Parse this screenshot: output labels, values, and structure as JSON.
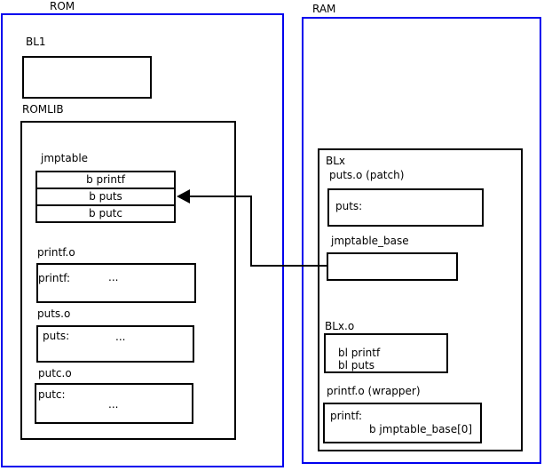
{
  "colors": {
    "region_frame_blue": "#0000ee",
    "box_border_black": "#000000",
    "background": "#ffffff"
  },
  "rom": {
    "label": "ROM",
    "bl1": {
      "label": "BL1"
    },
    "romlib": {
      "label": "ROMLIB",
      "jmptable": {
        "label": "jmptable",
        "rows": [
          "b printf",
          "b puts",
          "b putc"
        ]
      },
      "printf_o": {
        "label": "printf.o",
        "symbol": "printf:",
        "ellipsis": "..."
      },
      "puts_o": {
        "label": "puts.o",
        "symbol": "puts:",
        "ellipsis": "..."
      },
      "putc_o": {
        "label": "putc.o",
        "symbol": "putc:",
        "ellipsis": "..."
      }
    }
  },
  "ram": {
    "label": "RAM",
    "blx": {
      "label": "BLx",
      "puts_patch": {
        "label": "puts.o (patch)",
        "symbol": "puts:"
      },
      "jmptable_base": {
        "label": "jmptable_base"
      },
      "blx_o": {
        "label": "BLx.o",
        "line1": "bl printf",
        "line2": "bl puts"
      },
      "printf_wrapper": {
        "label": "printf.o (wrapper)",
        "symbol": "printf:",
        "branch": "b jmptable_base[0]"
      }
    }
  },
  "arrow": {
    "from": "ram.blx.jmptable_base",
    "to": "rom.romlib.jmptable rows: b puts"
  }
}
